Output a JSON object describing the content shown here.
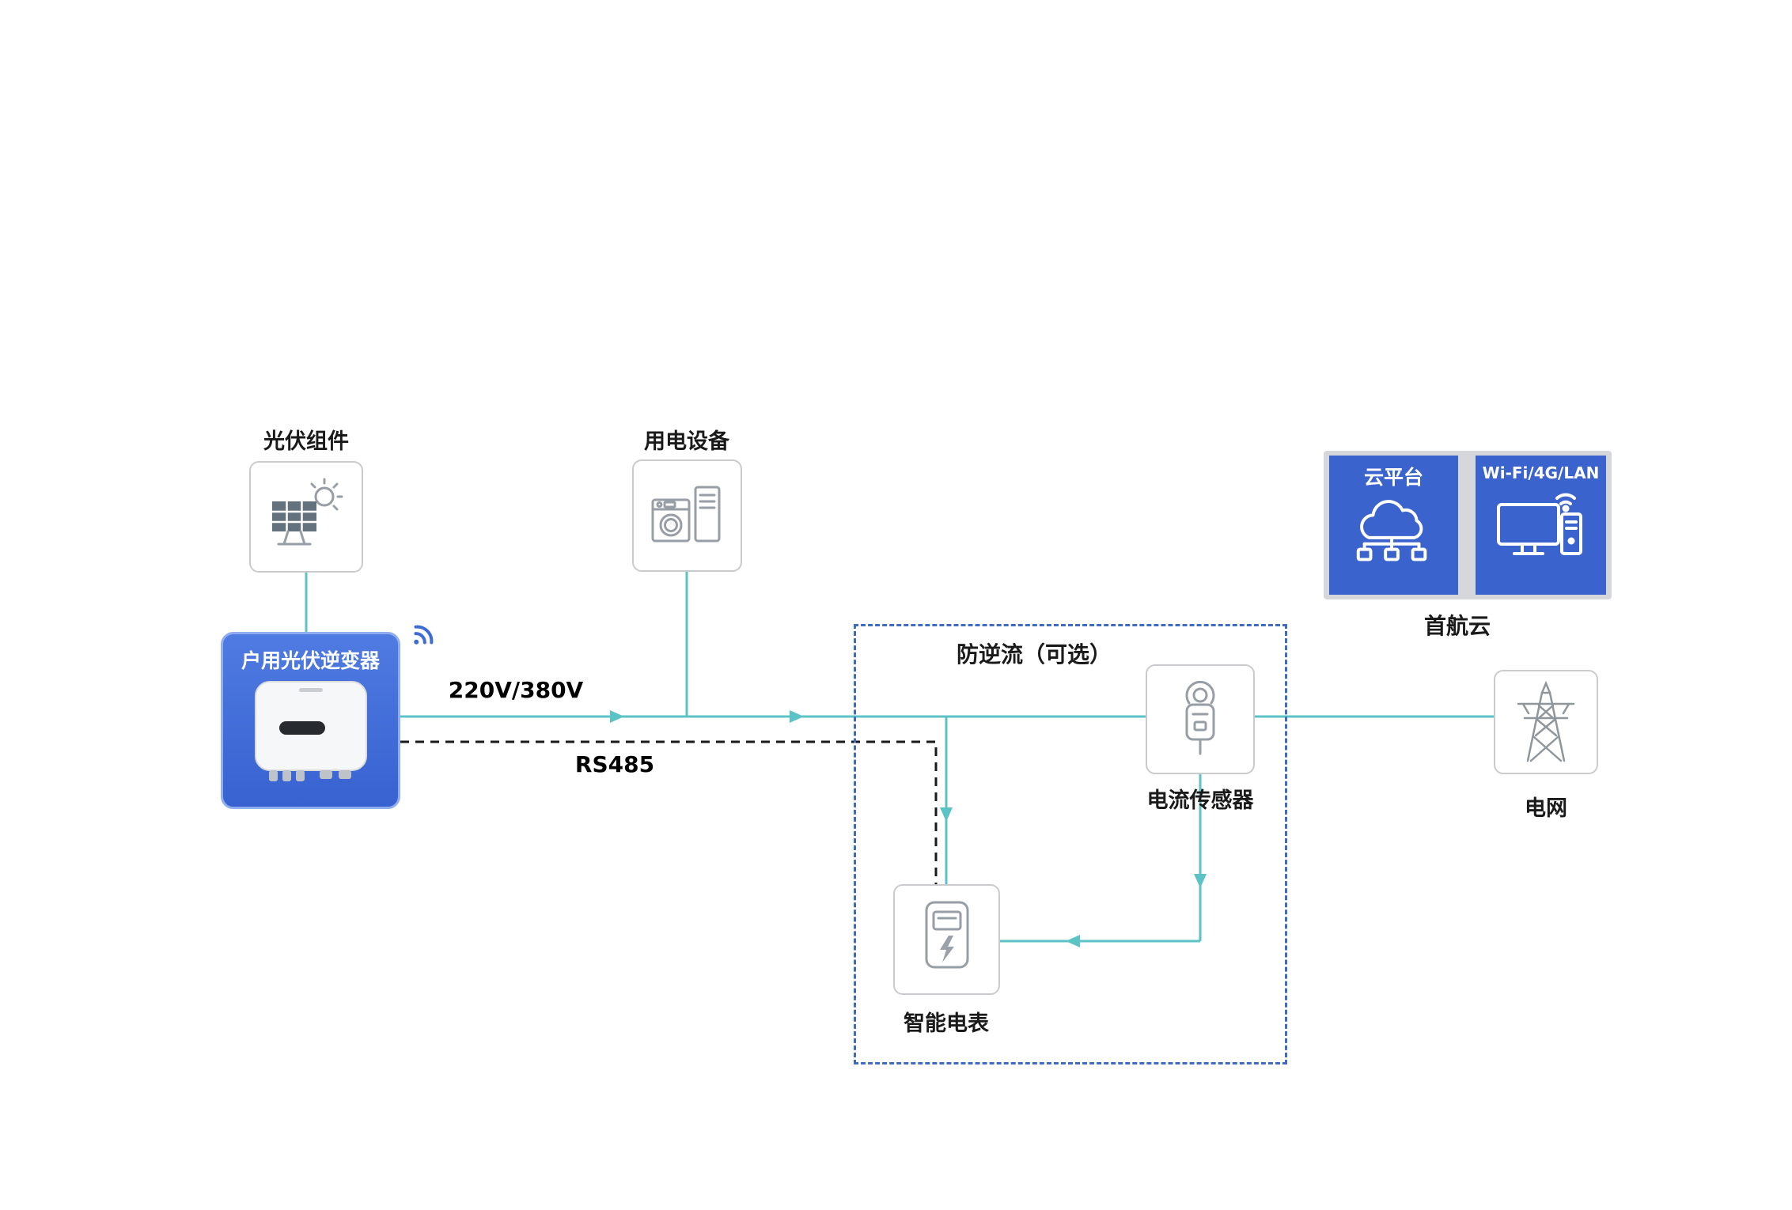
{
  "diagram": {
    "pv_module": {
      "label": "光伏组件"
    },
    "load_device": {
      "label": "用电设备"
    },
    "inverter": {
      "label": "户用光伏逆变器"
    },
    "connections": {
      "ac_label": "220V/380V",
      "rs485_label": "RS485"
    },
    "anti_backflow": {
      "label": "防逆流（可选）"
    },
    "current_sensor": {
      "label": "电流传感器"
    },
    "smart_meter": {
      "label": "智能电表"
    },
    "grid": {
      "label": "电网"
    },
    "cloud": {
      "platform_label": "云平台",
      "link_label": "Wi-Fi/4G/LAN",
      "name": "首航云"
    }
  },
  "colors": {
    "line_teal": "#5BC3C6",
    "brand_blue": "#3B63CE",
    "inverter_blue_top": "#4F7BE2",
    "inverter_blue_bottom": "#3862D0",
    "inverter_border": "#8FAEEF",
    "dashed_border": "#3F6CC0",
    "node_border": "#C9CBCE",
    "icon_gray": "#979EA5",
    "panel_gray_bg": "#D6D7DA",
    "text_dark": "#1A1A1A",
    "wifi_blue": "#3E6BD5"
  }
}
